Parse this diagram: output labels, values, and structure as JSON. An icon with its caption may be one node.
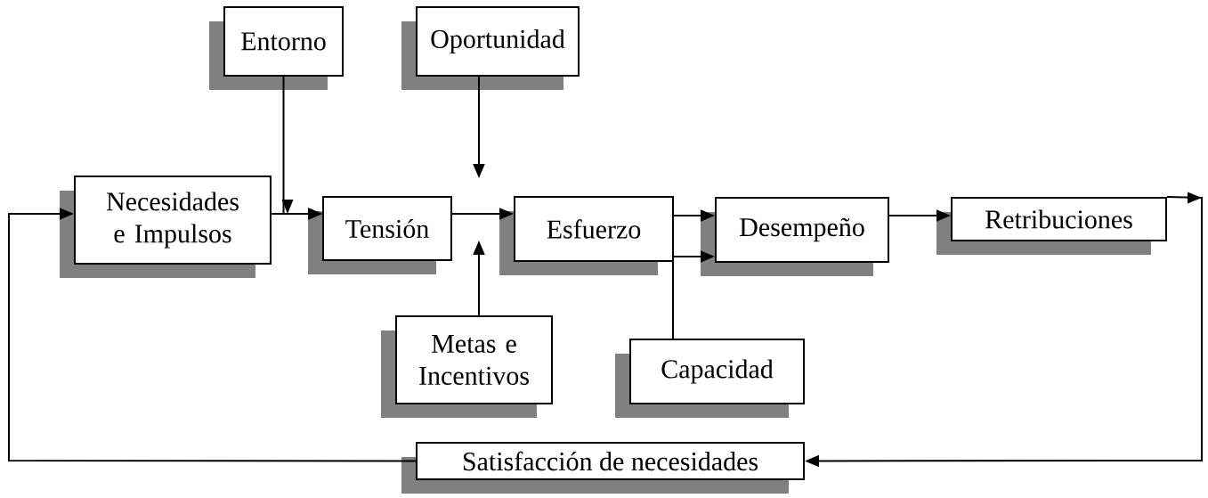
{
  "diagram": {
    "nodes": [
      {
        "text": [
          "Entorno"
        ]
      },
      {
        "text": [
          "Oportunidad"
        ]
      },
      {
        "text": [
          "Necesidades e Impulsos"
        ]
      },
      {
        "text": [
          "Tensión"
        ]
      },
      {
        "text": [
          "Esfuerzo"
        ]
      },
      {
        "text": [
          "Desempeño"
        ]
      },
      {
        "text": [
          "Retribuciones"
        ]
      },
      {
        "text": [
          "Metas e Incentivos"
        ]
      },
      {
        "text": [
          "Capacidad"
        ]
      },
      {
        "text": [
          "Satisfacción de necesidades"
        ]
      }
    ],
    "edges": [
      {
        "from": 0,
        "to": 3,
        "arrow": "to"
      },
      {
        "from": 2,
        "to": 3,
        "arrow": "to"
      },
      {
        "from": 3,
        "to": 4,
        "arrow": "to"
      },
      {
        "from": 1,
        "to": null,
        "arrow": "to"
      },
      {
        "from": 7,
        "to": null,
        "arrow": "to"
      },
      {
        "from": 4,
        "to": 5,
        "arrow": "to"
      },
      {
        "from": 8,
        "to": 5,
        "arrow": "to"
      },
      {
        "from": 5,
        "to": 6,
        "arrow": "to"
      },
      {
        "from": 6,
        "to": 9,
        "arrow": "to"
      },
      {
        "from": 9,
        "to": 2,
        "arrow": "to"
      }
    ]
  }
}
